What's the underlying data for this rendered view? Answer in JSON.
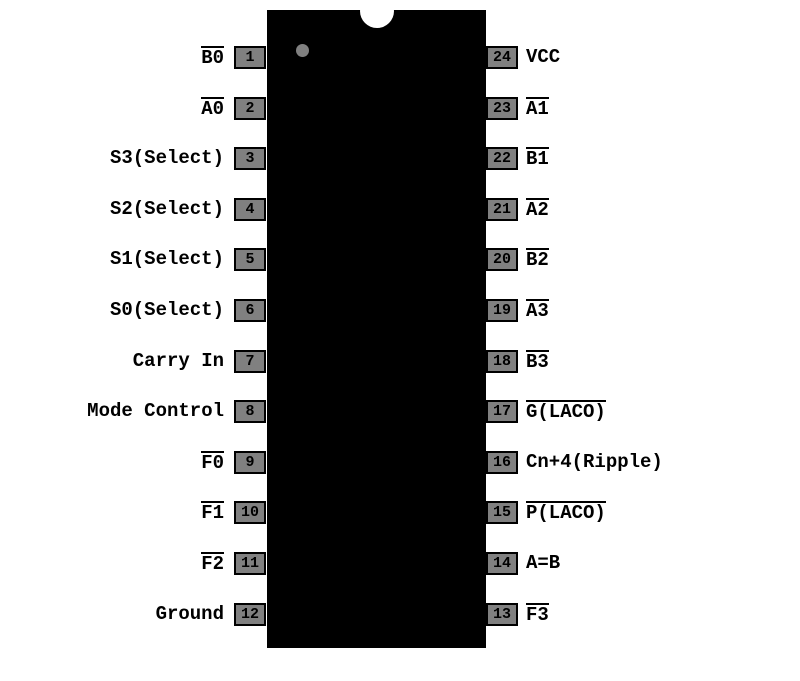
{
  "chip": {
    "package": "24-pin DIP pinout diagram",
    "colors": {
      "body": "#000000",
      "pin_fill": "#808080",
      "pin_border": "#000000",
      "background": "#ffffff",
      "dot": "#808080",
      "text": "#000000"
    },
    "left_pins": [
      {
        "number": "1",
        "label": "B0",
        "overline": true
      },
      {
        "number": "2",
        "label": "A0",
        "overline": true
      },
      {
        "number": "3",
        "label": "S3(Select)",
        "overline": false
      },
      {
        "number": "4",
        "label": "S2(Select)",
        "overline": false
      },
      {
        "number": "5",
        "label": "S1(Select)",
        "overline": false
      },
      {
        "number": "6",
        "label": "S0(Select)",
        "overline": false
      },
      {
        "number": "7",
        "label": "Carry In",
        "overline": false
      },
      {
        "number": "8",
        "label": "Mode Control",
        "overline": false
      },
      {
        "number": "9",
        "label": "F0",
        "overline": true
      },
      {
        "number": "10",
        "label": "F1",
        "overline": true
      },
      {
        "number": "11",
        "label": "F2",
        "overline": true
      },
      {
        "number": "12",
        "label": "Ground",
        "overline": false
      }
    ],
    "right_pins": [
      {
        "number": "24",
        "label": "VCC",
        "overline": false
      },
      {
        "number": "23",
        "label": "A1",
        "overline": true
      },
      {
        "number": "22",
        "label": "B1",
        "overline": true
      },
      {
        "number": "21",
        "label": "A2",
        "overline": true
      },
      {
        "number": "20",
        "label": "B2",
        "overline": true
      },
      {
        "number": "19",
        "label": "A3",
        "overline": true
      },
      {
        "number": "18",
        "label": "B3",
        "overline": true
      },
      {
        "number": "17",
        "label": "G(LACO)",
        "overline": true
      },
      {
        "number": "16",
        "label": "Cn+4(Ripple)",
        "overline": false
      },
      {
        "number": "15",
        "label": "P(LACO)",
        "overline": true
      },
      {
        "number": "14",
        "label": "A=B",
        "overline": false
      },
      {
        "number": "13",
        "label": "F3",
        "overline": true
      }
    ]
  }
}
